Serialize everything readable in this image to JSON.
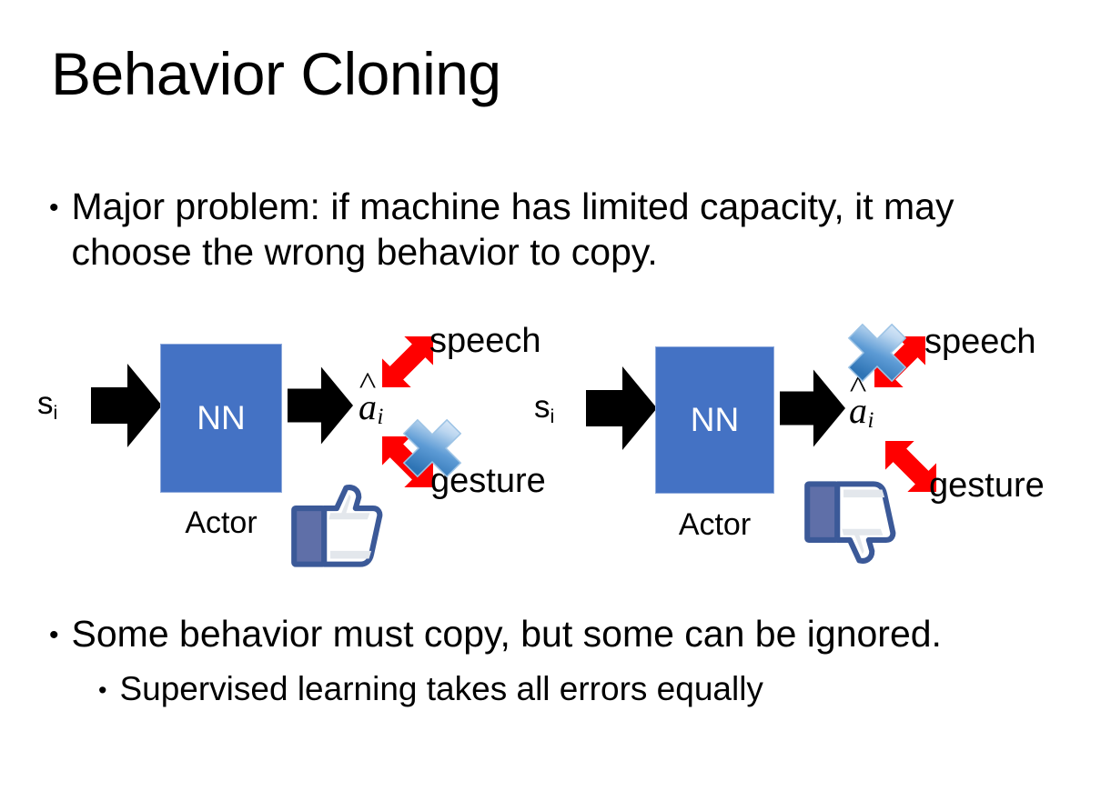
{
  "slide": {
    "title": "Behavior Cloning",
    "background_color": "#FFFFFF",
    "bullet_glyph": "•"
  },
  "bullets": [
    {
      "level": 1,
      "text": "Major problem: if machine has limited capacity, it may choose the wrong behavior to copy."
    },
    {
      "level": 1,
      "text": "Some behavior must copy, but some can be ignored."
    },
    {
      "level": 2,
      "text": "Supervised learning takes all errors equally"
    }
  ],
  "colors": {
    "nn_fill": "#4472C4",
    "nn_border": "#8FAADC",
    "nn_text": "#FFFFFF",
    "arrow_black": "#000000",
    "arrow_red": "#FF0000",
    "cross_blue_light": "#DCE9F7",
    "cross_blue_dark": "#2E74B5",
    "thumb_outline": "#3B5998",
    "thumb_cuff": "#5F6FA8",
    "thumb_fill": "#FFFFFF",
    "thumb_shadow": "#DFE3E8",
    "text_black": "#000000"
  },
  "diagrams": [
    {
      "id": "diagram-left",
      "state_label": "s",
      "state_subscript": "i",
      "nn_label": "NN",
      "actor_label": "Actor",
      "action_label": "a",
      "action_subscript": "i",
      "outputs": [
        {
          "name": "speech",
          "label": "speech",
          "blocked": false
        },
        {
          "name": "gesture",
          "label": "gesture",
          "blocked": true
        }
      ],
      "feedback_icon": "thumbs-up",
      "cross_on": "gesture"
    },
    {
      "id": "diagram-right",
      "state_label": "s",
      "state_subscript": "i",
      "nn_label": "NN",
      "actor_label": "Actor",
      "action_label": "a",
      "action_subscript": "i",
      "outputs": [
        {
          "name": "speech",
          "label": "speech",
          "blocked": true
        },
        {
          "name": "gesture",
          "label": "gesture",
          "blocked": false
        }
      ],
      "feedback_icon": "thumbs-down",
      "cross_on": "speech"
    }
  ]
}
